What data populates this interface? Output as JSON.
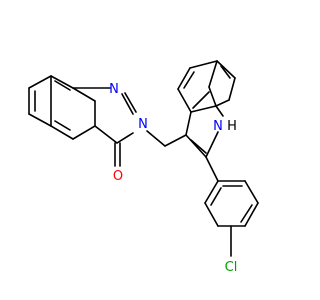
{
  "molecule": {
    "atoms": {
      "N1": "N",
      "N3": "N",
      "O": "O",
      "NH": "N",
      "H": "H",
      "Cl": "Cl"
    }
  },
  "colors": {
    "bond": "#000000",
    "nitrogen": "#0000ff",
    "oxygen": "#ff0000",
    "chlorine": "#00a000",
    "carbon_label": "#000000"
  }
}
